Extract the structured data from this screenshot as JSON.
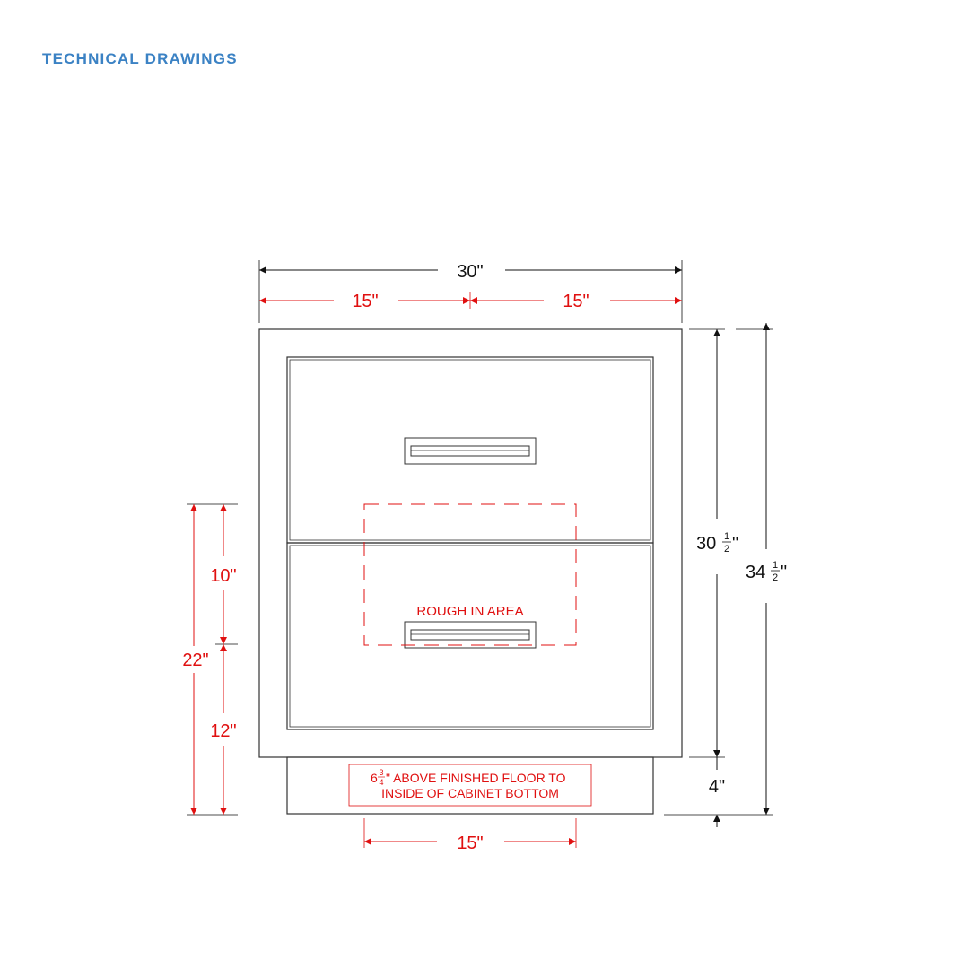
{
  "header": {
    "title": "TECHNICAL DRAWINGS"
  },
  "colors": {
    "header": "#3b82c4",
    "dimension_red": "#e01010",
    "line_black": "#111111"
  },
  "dimensions": {
    "overall_width": "30\"",
    "half_width_left": "15\"",
    "half_width_right": "15\"",
    "cabinet_height_whole": "30",
    "cabinet_height_frac_num": "1",
    "cabinet_height_frac_den": "2",
    "cabinet_height_unit": "\"",
    "overall_height_whole": "34",
    "overall_height_frac_num": "1",
    "overall_height_frac_den": "2",
    "overall_height_unit": "\"",
    "toe_kick": "4\"",
    "rough_in_top": "10\"",
    "rough_in_total": "22\"",
    "rough_in_bottom": "12\"",
    "rough_in_width": "15\""
  },
  "labels": {
    "rough_in_area": "ROUGH IN AREA",
    "note_whole": "6",
    "note_frac_num": "3",
    "note_frac_den": "4",
    "note_line1_rest": "\" ABOVE FINISHED FLOOR TO",
    "note_line2": "INSIDE OF CABINET BOTTOM"
  }
}
